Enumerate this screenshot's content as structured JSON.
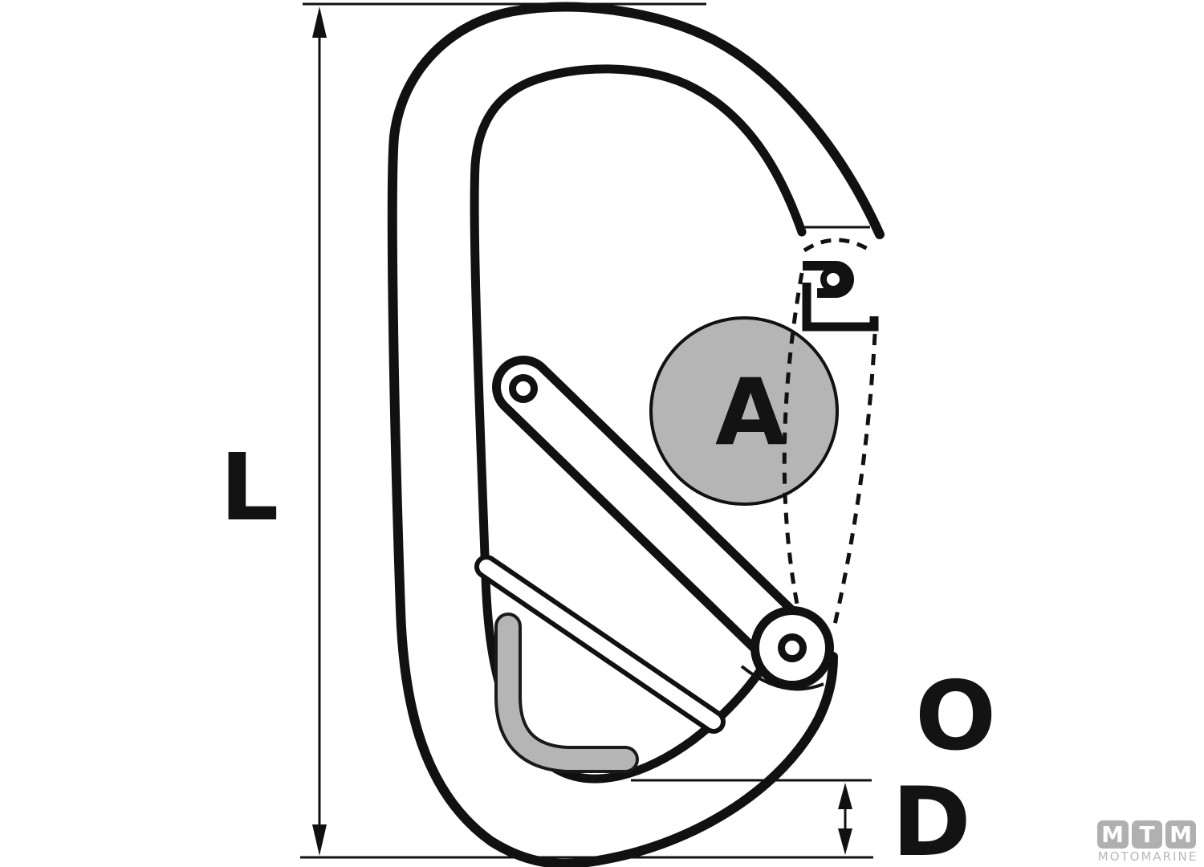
{
  "diagram": {
    "type": "technical-drawing",
    "subject": "carabiner snap hook with lever gate, side view with dimension callouts",
    "labels": {
      "length": "L",
      "gate_clearance": "A",
      "opening": "O",
      "stock_diameter": "D"
    },
    "colors": {
      "line": "#111111",
      "gray_fill": "#b5b5b5",
      "logo_tile": "#b0b0b0",
      "logo_text": "#b9b9b9",
      "background": "#ffffff"
    }
  },
  "watermark": {
    "letters": [
      "M",
      "T",
      "M"
    ],
    "name": "MOTOMARINE"
  }
}
